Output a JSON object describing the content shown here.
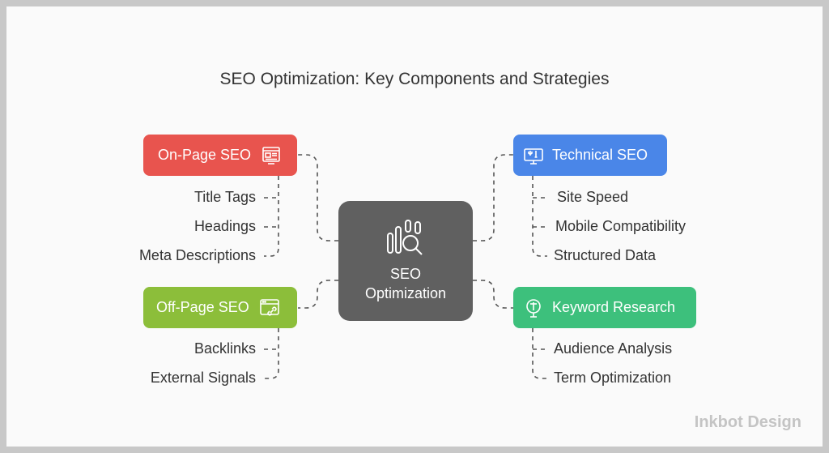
{
  "title": "SEO Optimization: Key Components and Strategies",
  "center": {
    "line1": "SEO",
    "line2": "Optimization",
    "icon": "chart-magnifier-icon"
  },
  "branches": [
    {
      "id": "on-page",
      "label": "On-Page SEO",
      "color": "#e8544e",
      "icon": "webpage-icon",
      "items": [
        "Title Tags",
        "Headings",
        "Meta Descriptions"
      ]
    },
    {
      "id": "technical",
      "label": "Technical SEO",
      "color": "#4a86e8",
      "icon": "monitor-tools-icon",
      "items": [
        "Site Speed",
        "Mobile Compatibility",
        "Structured Data"
      ]
    },
    {
      "id": "off-page",
      "label": "Off-Page SEO",
      "color": "#8cbe3a",
      "icon": "browser-link-icon",
      "items": [
        "Backlinks",
        "External Signals"
      ]
    },
    {
      "id": "keyword",
      "label": "Keyword Research",
      "color": "#3dc07c",
      "icon": "search-target-icon",
      "items": [
        "Audience Analysis",
        "Term Optimization"
      ]
    }
  ],
  "brand": "Inkbot Design"
}
